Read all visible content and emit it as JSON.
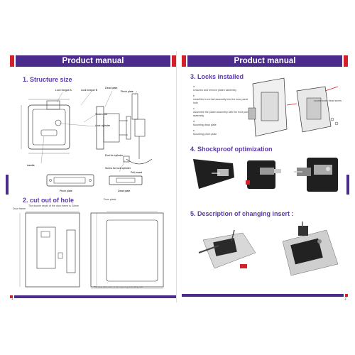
{
  "left_page": {
    "header": "Product manual",
    "section1_title": "1. Structure size",
    "section1_labels": {
      "lock_tongue_a": "Lock tongue A",
      "lock_tongue_b": "Lock tongue B",
      "dead_plate": "Dead plate",
      "pinch_plate": "Pinch plate",
      "switch_rod": "Switch rod",
      "lock_cylinder": "Lock cylinder",
      "handle": "handle",
      "screw_for_lock": "Screw for lock cylinder",
      "rod_for_cylinder": "Rod for cylinder",
      "pull_board": "Pull board",
      "pinch_plate_bottom": "Pinch plate",
      "dead_plate_bottom": "Dead plate"
    },
    "section2_title": "2. cut out of hole",
    "section2_note": "The double depth of the door frame is 34mm",
    "section2_door_frame": "Door frame",
    "section2_door_plank": "Door plank",
    "section2_bottom_note": "The clear dimension is from opening to bending side",
    "page_number": "1"
  },
  "right_page": {
    "header": "Product manual",
    "section3_title": "3. Locks installed",
    "section3_steps": [
      "a",
      "Unscrew and remove platen assembly",
      "b",
      "Install the front half assembly into the door panel hole",
      "c",
      "Assemble the platen assembly with the front part assembly",
      "d",
      "Mounting dead plate",
      "e",
      "Mounting pinch plate"
    ],
    "section3_side_label": "countersunk head screw",
    "section4_title": "4. Shockproof optimization",
    "section5_title": "5. Description of changing insert :",
    "page_number": "2"
  },
  "colors": {
    "header_purple": "#4b2c8c",
    "accent_red": "#d3202a",
    "section_title": "#5a3aa8"
  }
}
